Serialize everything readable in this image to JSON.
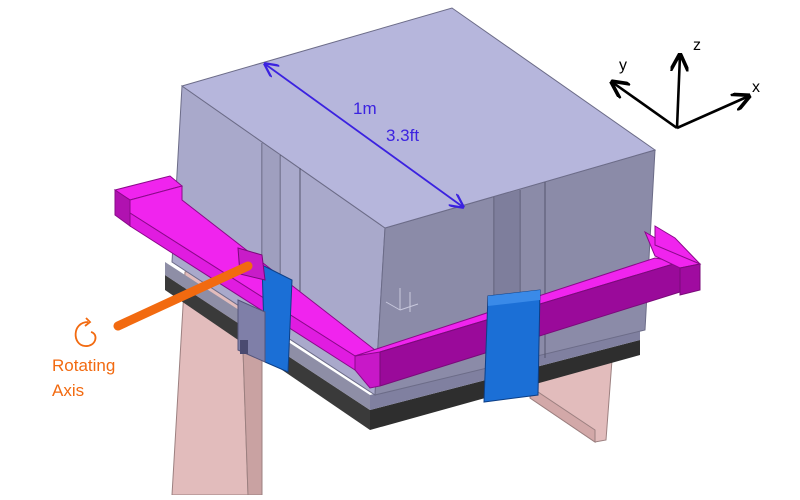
{
  "dimension": {
    "metric": "1m",
    "imperial": "3.3ft"
  },
  "axes": {
    "x": "x",
    "y": "y",
    "z": "z"
  },
  "rotation": {
    "label_line1": "Rotating",
    "label_line2": "Axis"
  },
  "colors": {
    "box_top": "#b6b6dc",
    "box_left": "#a6a6c8",
    "box_right": "#8a8aa6",
    "frame_top": "#f024ee",
    "frame_side": "#c012c0",
    "frame_dark": "#a00ba0",
    "base": "#3a3a3a",
    "legs": "#e0b6b6",
    "clamp": "#1b6fd6",
    "rod": "#f26a10",
    "dimension": "#3b22e0",
    "axis_text": "#000000",
    "label": "#f26a10"
  }
}
